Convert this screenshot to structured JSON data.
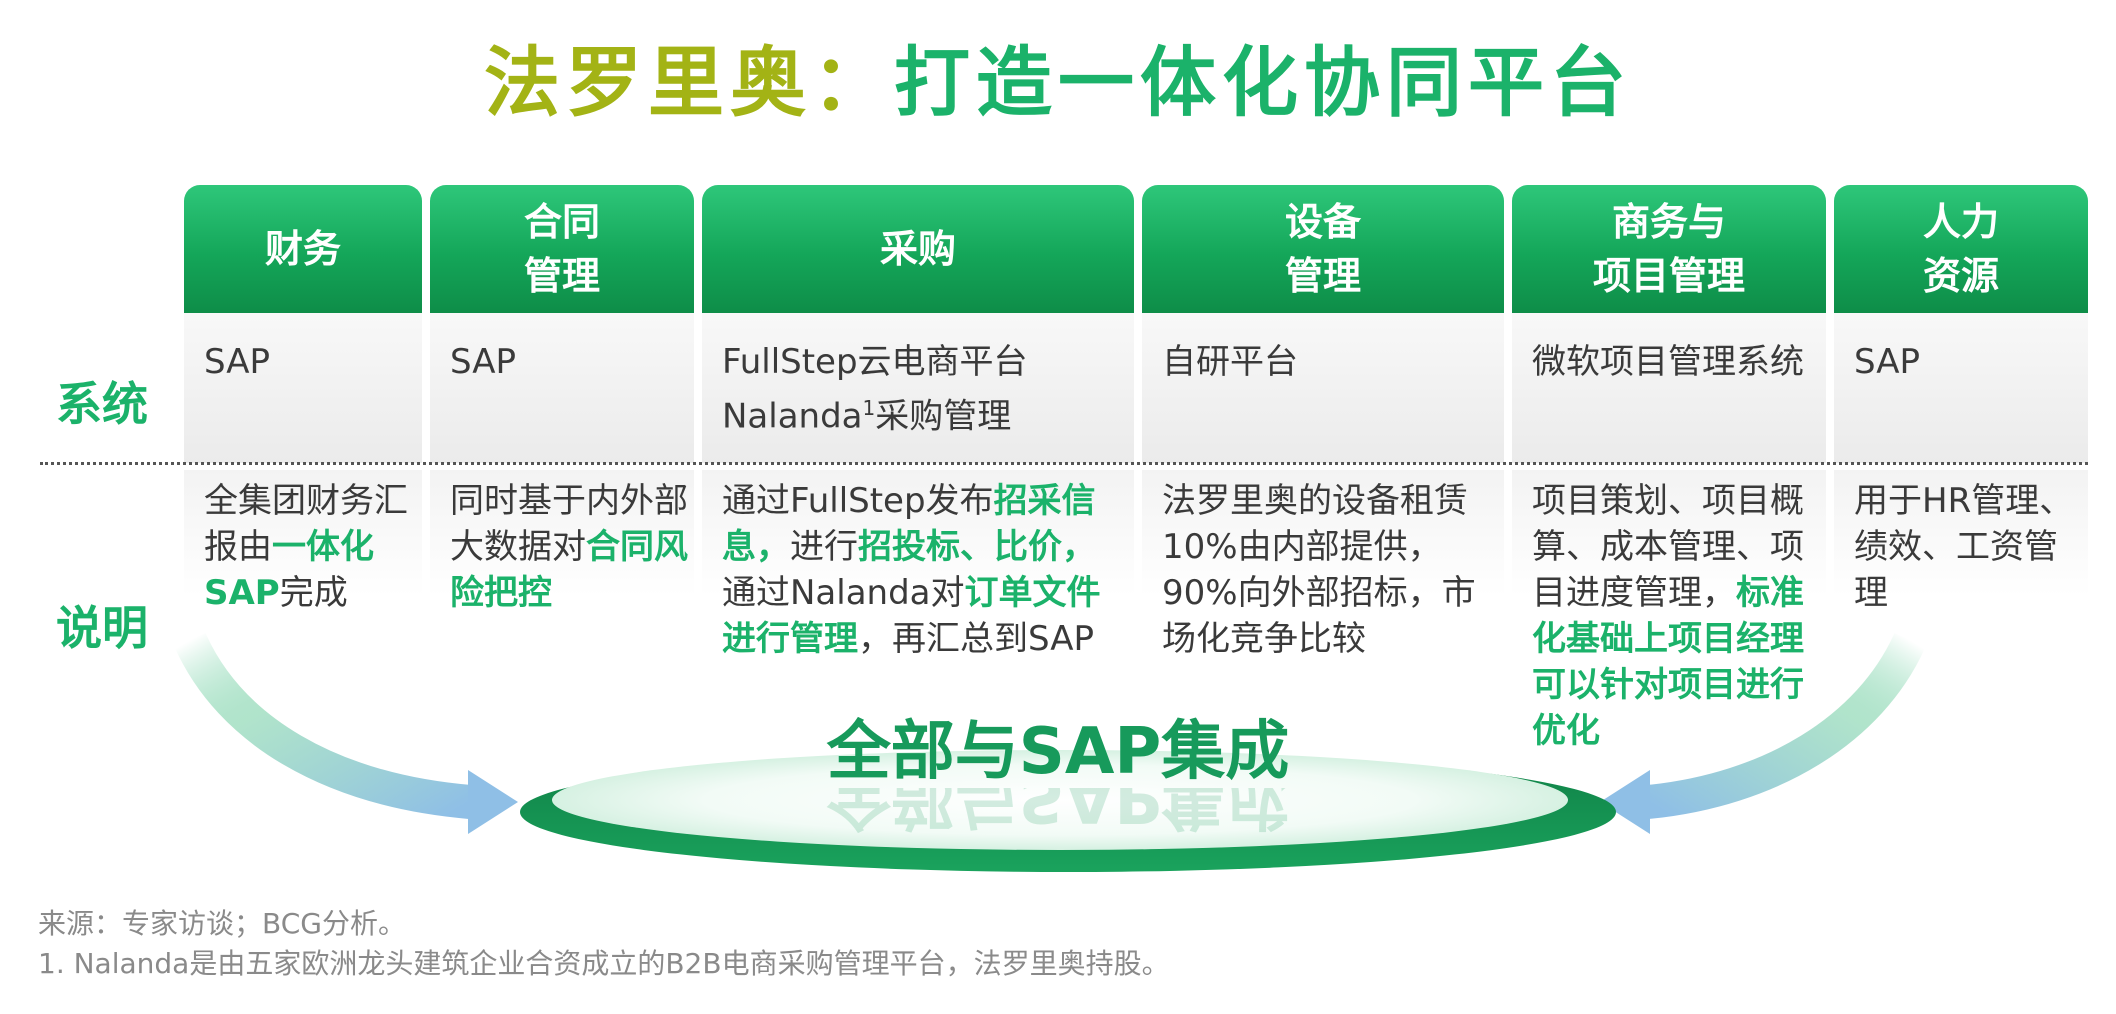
{
  "title": {
    "brand": "法罗里奥：",
    "headline": "打造一体化协同平台"
  },
  "row_labels": {
    "system": "系统",
    "description": "说明"
  },
  "columns": [
    {
      "header": "财务",
      "system": "SAP",
      "desc": [
        {
          "t": "全集团财务汇报由",
          "hl": false
        },
        {
          "t": "一体化SAP",
          "hl": true
        },
        {
          "t": "完成",
          "hl": false
        }
      ]
    },
    {
      "header": "合同\n管理",
      "system": "SAP",
      "desc": [
        {
          "t": "同时基于内外部大数据对",
          "hl": false
        },
        {
          "t": "合同风险把控",
          "hl": true
        }
      ]
    },
    {
      "header": "采购",
      "system": "FullStep云电商平台",
      "system_line2": "Nalanda",
      "system_sup": "1",
      "system_line2_rest": "采购管理",
      "desc": [
        {
          "t": "通过FullStep发布",
          "hl": false
        },
        {
          "t": "招采信息，",
          "hl": true
        },
        {
          "t": "进行",
          "hl": false
        },
        {
          "t": "招投标、比价，",
          "hl": true
        },
        {
          "t": "通过Nalanda对",
          "hl": false
        },
        {
          "t": "订单文件进行管理",
          "hl": true
        },
        {
          "t": "，再汇总到SAP",
          "hl": false
        }
      ]
    },
    {
      "header": "设备\n管理",
      "system": "自研平台",
      "desc": [
        {
          "t": "法罗里奥的设备租赁10%由内部提供，90%向外部招标，市场化竞争比较",
          "hl": false
        }
      ]
    },
    {
      "header": "商务与\n项目管理",
      "system": "微软项目管理系统",
      "desc": [
        {
          "t": "项目策划、项目概算、成本管理、项目进度管理，",
          "hl": false
        },
        {
          "t": "标准化基础上项目经理可以针对项目进行优化",
          "hl": true
        }
      ]
    },
    {
      "header": "人力\n资源",
      "system": "SAP",
      "desc": [
        {
          "t": "用于HR管理、绩效、工资管理",
          "hl": false
        }
      ]
    }
  ],
  "center_label": "全部与SAP集成",
  "footnotes": {
    "source": "来源：专家访谈；BCG分析。",
    "note1": "1. Nalanda是由五家欧洲龙头建筑企业合资成立的B2B电商采购管理平台，法罗里奥持股。"
  },
  "colors": {
    "green": "#1bb26a",
    "olive": "#a3b315",
    "header_dark": "#0e8d48"
  }
}
